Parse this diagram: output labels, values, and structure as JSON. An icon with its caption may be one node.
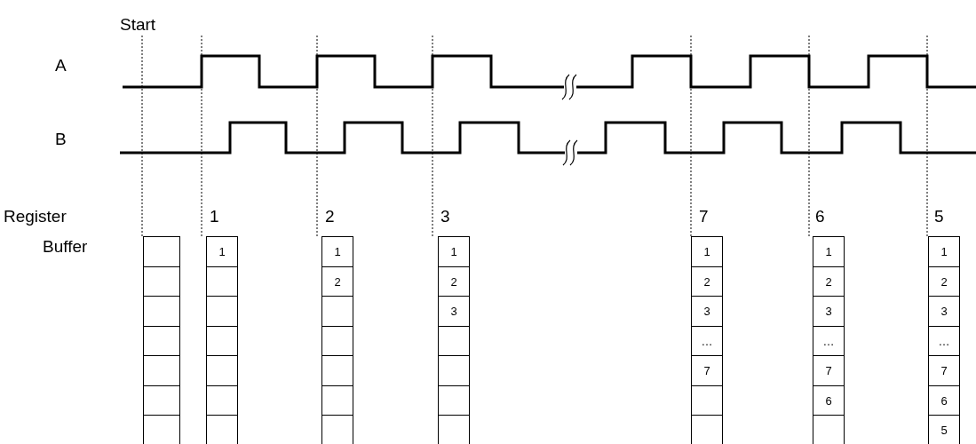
{
  "diagram": {
    "labels": [
      "Start",
      "A",
      "B",
      "Register",
      "1",
      "2",
      "3",
      "7",
      "6",
      "5",
      "Buffer",
      "1",
      "1",
      "1",
      "1",
      "1",
      "1",
      "2",
      "2",
      "2",
      "2",
      "2",
      "3",
      "3",
      "3",
      "3",
      "…",
      "…",
      "…",
      "7",
      "7",
      "7",
      "6",
      "6",
      "5"
    ]
  }
}
